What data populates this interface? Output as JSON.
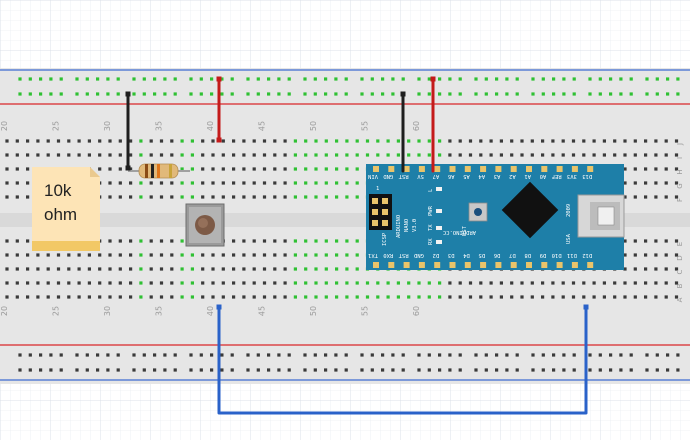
{
  "breadboard": {
    "column_numbers": [
      "20",
      "25",
      "30",
      "35",
      "40",
      "45",
      "50",
      "55",
      "60"
    ],
    "row_letters_top": [
      "J",
      "I",
      "H",
      "G",
      "F"
    ],
    "row_letters_bottom": [
      "E",
      "D",
      "C",
      "B",
      "A"
    ]
  },
  "note": {
    "lines": [
      "10k",
      "ohm"
    ]
  },
  "arduino": {
    "top_pins": [
      "VIN",
      "GND",
      "RST",
      "5V",
      "A7",
      "A6",
      "A5",
      "A4",
      "A3",
      "A2",
      "A1",
      "A0",
      "REF",
      "3V3",
      "D13"
    ],
    "bottom_pins": [
      "TX1",
      "RX0",
      "RST",
      "GND",
      "D2",
      "D3",
      "D4",
      "D5",
      "D6",
      "D7",
      "D8",
      "D9",
      "D10",
      "D11",
      "D12"
    ],
    "labels": [
      "ARDUINO",
      "NANO",
      "V3.0",
      "ICSP",
      "PWR",
      "TX",
      "RX",
      "L",
      "RST",
      "ARDUINO.CC",
      "2009",
      "USA",
      "1"
    ]
  },
  "colors": {
    "breadboard": "#e6e6e6",
    "rail_red": "#d9262b",
    "rail_blue": "#3d6bd1",
    "hole_green": "#2fc033",
    "wire_black": "#1e1e1e",
    "wire_red": "#c41a1a",
    "wire_blue": "#2a62c9",
    "pcb_blue": "#1e7fa8",
    "note_paper": "#fde4b6"
  }
}
